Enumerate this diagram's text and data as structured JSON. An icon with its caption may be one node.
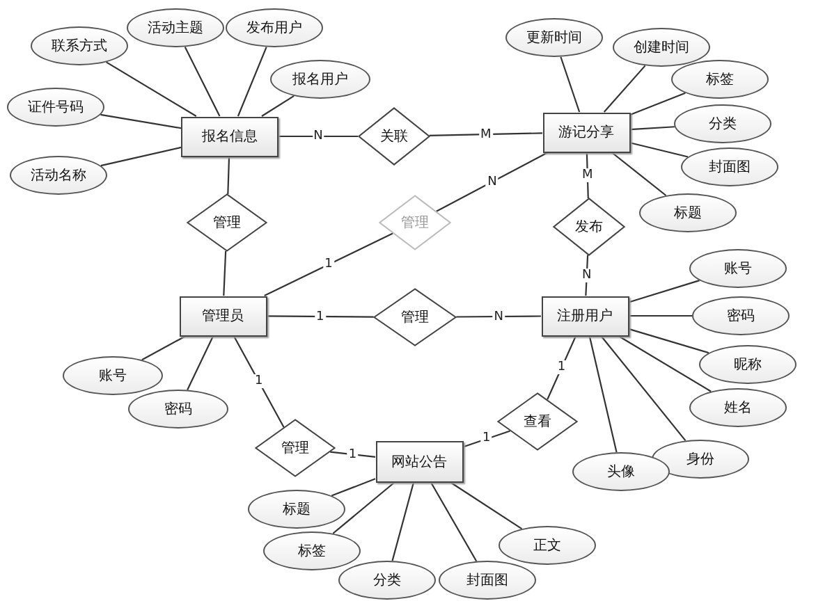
{
  "diagram": {
    "nodes": [
      {
        "text": [
          "活动主题"
        ]
      },
      {
        "text": [
          "发布用户"
        ]
      },
      {
        "text": [
          "联系方式"
        ]
      },
      {
        "text": [
          "报名用户"
        ]
      },
      {
        "text": [
          "证件号码"
        ]
      },
      {
        "text": [
          "报名信息"
        ]
      },
      {
        "text": [
          "关联"
        ]
      },
      {
        "text": [
          "游记分享"
        ]
      },
      {
        "text": [
          "更新时间"
        ]
      },
      {
        "text": [
          "创建时间"
        ]
      },
      {
        "text": [
          "标签"
        ]
      },
      {
        "text": [
          "分类"
        ]
      },
      {
        "text": [
          "封面图"
        ]
      },
      {
        "text": [
          "标题"
        ]
      },
      {
        "text": [
          "活动名称"
        ]
      },
      {
        "text": [
          "管理"
        ]
      },
      {
        "text": [
          "管理"
        ]
      },
      {
        "text": [
          "发布"
        ]
      },
      {
        "text": [
          "管理员"
        ]
      },
      {
        "text": [
          "管理"
        ]
      },
      {
        "text": [
          "注册用户"
        ]
      },
      {
        "text": [
          "账号"
        ]
      },
      {
        "text": [
          "密码"
        ]
      },
      {
        "text": [
          "昵称"
        ]
      },
      {
        "text": [
          "账号"
        ]
      },
      {
        "text": [
          "密码"
        ]
      },
      {
        "text": [
          "姓名"
        ]
      },
      {
        "text": [
          "查看"
        ]
      },
      {
        "text": [
          "管理"
        ]
      },
      {
        "text": [
          "网站公告"
        ]
      },
      {
        "text": [
          "身份"
        ]
      },
      {
        "text": [
          "头像"
        ]
      },
      {
        "text": [
          "标题"
        ]
      },
      {
        "text": [
          "标签"
        ]
      },
      {
        "text": [
          "分类"
        ]
      },
      {
        "text": [
          "封面图"
        ]
      },
      {
        "text": [
          "正文"
        ]
      }
    ],
    "edges": [
      {
        "from": 5,
        "to": 0,
        "arrow": "none"
      },
      {
        "from": 5,
        "to": 1,
        "arrow": "none"
      },
      {
        "from": 5,
        "to": 2,
        "arrow": "none"
      },
      {
        "from": 5,
        "to": 3,
        "arrow": "none"
      },
      {
        "from": 5,
        "to": 4,
        "arrow": "none"
      },
      {
        "from": 5,
        "to": 14,
        "arrow": "none"
      },
      {
        "from": 5,
        "to": 6,
        "arrow": "none",
        "label": "N"
      },
      {
        "from": 6,
        "to": 7,
        "arrow": "none",
        "label": "M"
      },
      {
        "from": 7,
        "to": 8,
        "arrow": "none"
      },
      {
        "from": 7,
        "to": 9,
        "arrow": "none"
      },
      {
        "from": 7,
        "to": 10,
        "arrow": "none"
      },
      {
        "from": 7,
        "to": 11,
        "arrow": "none"
      },
      {
        "from": 7,
        "to": 12,
        "arrow": "none"
      },
      {
        "from": 7,
        "to": 13,
        "arrow": "none"
      },
      {
        "from": 5,
        "to": 15,
        "arrow": "none"
      },
      {
        "from": 15,
        "to": 18,
        "arrow": "none"
      },
      {
        "from": 18,
        "to": 16,
        "arrow": "none",
        "label": "1"
      },
      {
        "from": 16,
        "to": 7,
        "arrow": "none",
        "label": "N"
      },
      {
        "from": 7,
        "to": 17,
        "arrow": "none",
        "label": "M"
      },
      {
        "from": 17,
        "to": 20,
        "arrow": "none",
        "label": "N"
      },
      {
        "from": 18,
        "to": 19,
        "arrow": "none",
        "label": "1"
      },
      {
        "from": 19,
        "to": 20,
        "arrow": "none",
        "label": "N"
      },
      {
        "from": 18,
        "to": 24,
        "arrow": "none"
      },
      {
        "from": 18,
        "to": 25,
        "arrow": "none"
      },
      {
        "from": 20,
        "to": 21,
        "arrow": "none"
      },
      {
        "from": 20,
        "to": 22,
        "arrow": "none"
      },
      {
        "from": 20,
        "to": 23,
        "arrow": "none"
      },
      {
        "from": 20,
        "to": 26,
        "arrow": "none"
      },
      {
        "from": 20,
        "to": 30,
        "arrow": "none"
      },
      {
        "from": 20,
        "to": 31,
        "arrow": "none"
      },
      {
        "from": 18,
        "to": 28,
        "arrow": "none",
        "label": "1"
      },
      {
        "from": 28,
        "to": 29,
        "arrow": "none",
        "label": "1"
      },
      {
        "from": 29,
        "to": 27,
        "arrow": "none",
        "label": "1"
      },
      {
        "from": 27,
        "to": 20,
        "arrow": "none",
        "label": "1"
      },
      {
        "from": 29,
        "to": 32,
        "arrow": "none"
      },
      {
        "from": 29,
        "to": 33,
        "arrow": "none"
      },
      {
        "from": 29,
        "to": 34,
        "arrow": "none"
      },
      {
        "from": 29,
        "to": 35,
        "arrow": "none"
      },
      {
        "from": 29,
        "to": 36,
        "arrow": "none"
      }
    ]
  }
}
